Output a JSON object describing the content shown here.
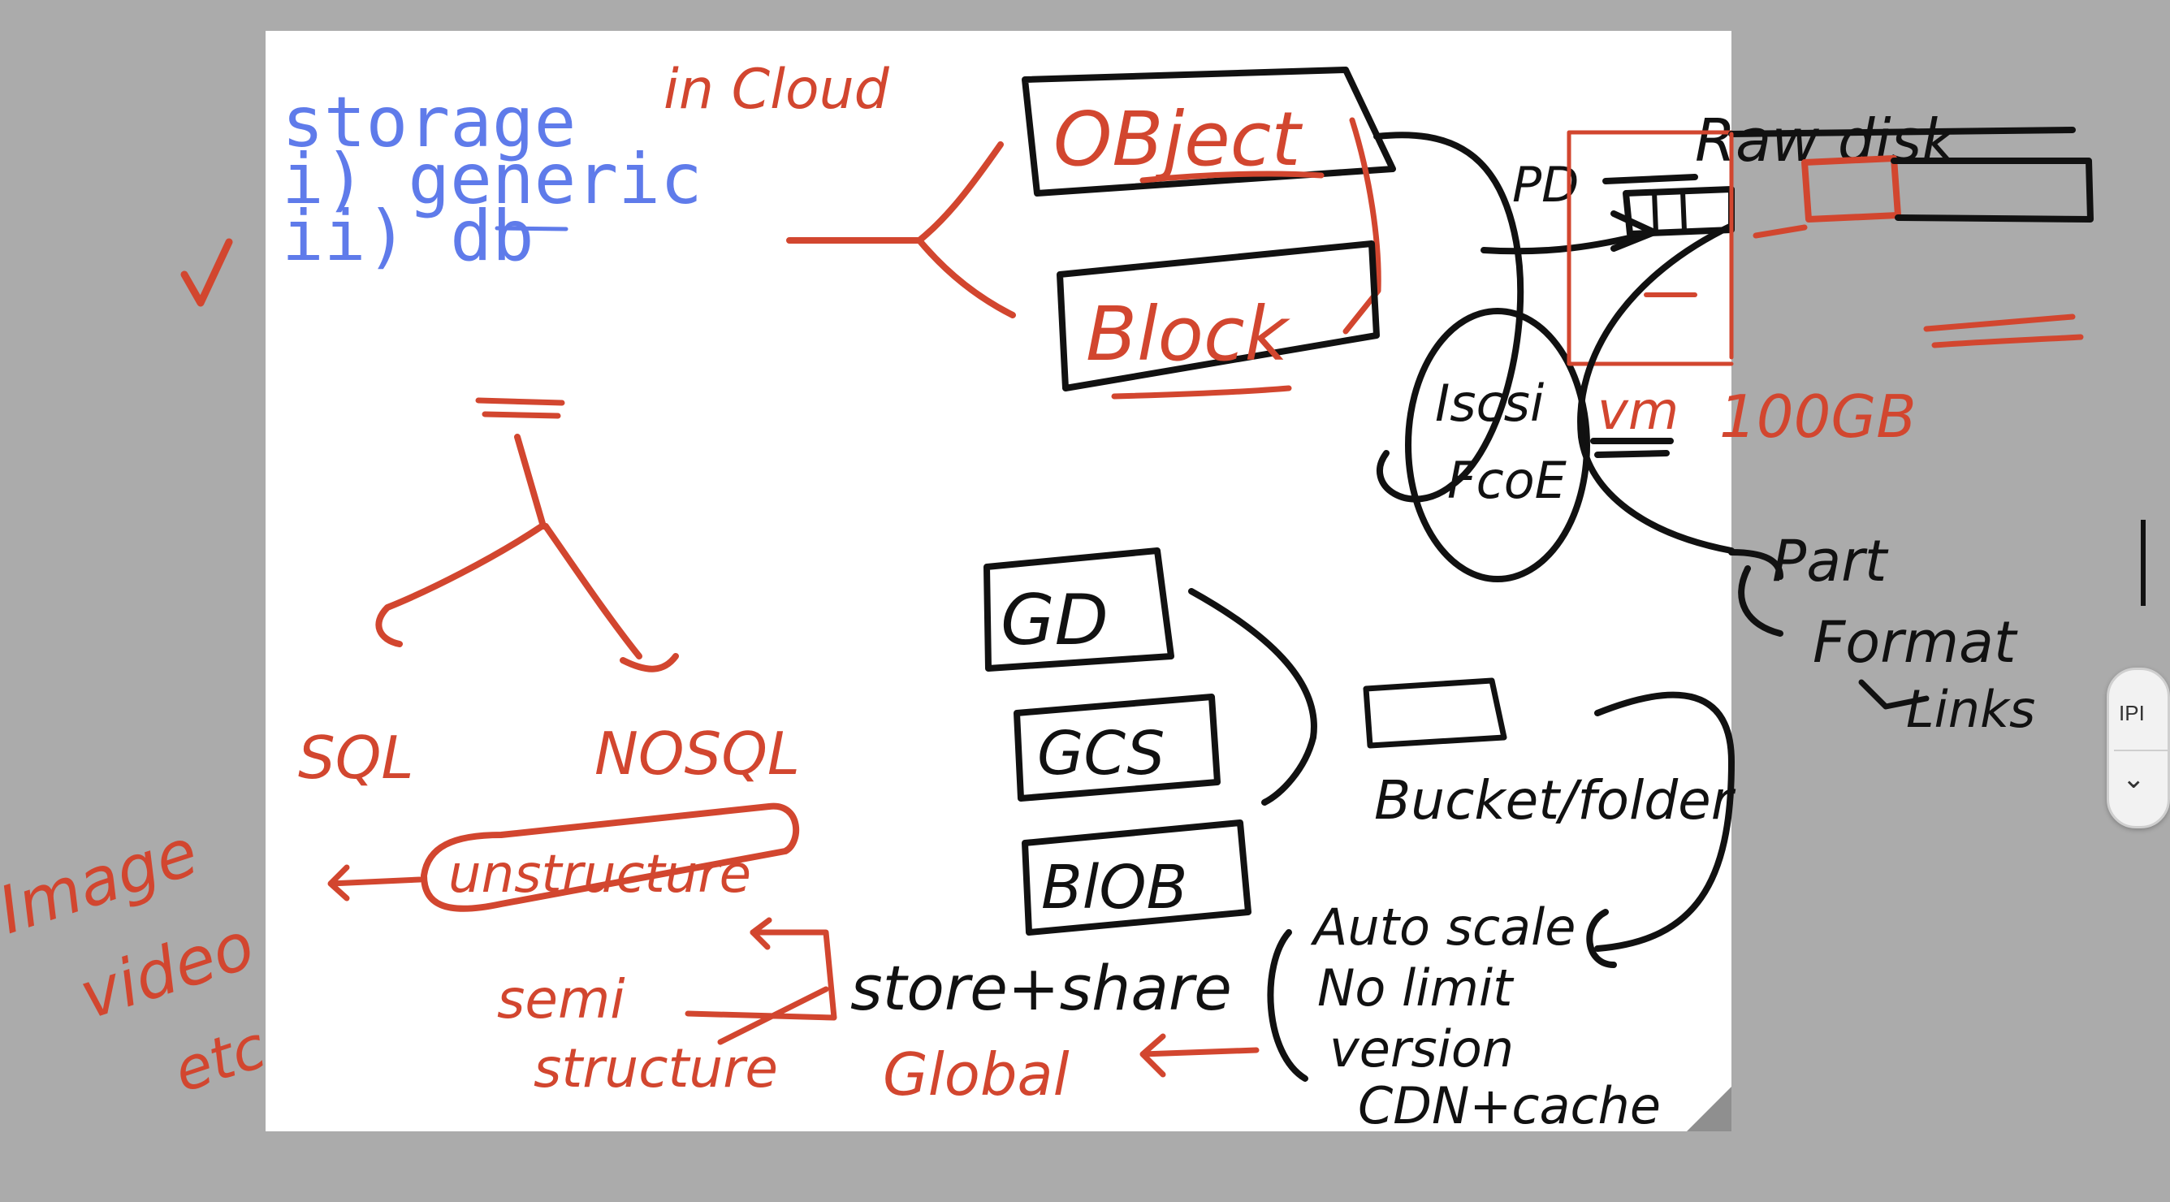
{
  "board": {
    "title_line": "storage",
    "title_handwritten": "in Cloud",
    "items": [
      "i) generic",
      "ii) db"
    ],
    "checkmark": "check-mark"
  },
  "generic_branch": {
    "object": "OBject",
    "block": "Block",
    "pd": "PD",
    "raw_disk": "Raw disk",
    "vm": "vm",
    "size": "100GB",
    "iscsi": "Iscsi",
    "fcoe": "FcoE",
    "steps": [
      "Part",
      "Format",
      "Links"
    ]
  },
  "object_storage": {
    "providers": [
      "GD",
      "GCS",
      "BlOB"
    ],
    "bucket": "Bucket/folder",
    "store_share": "store+share",
    "global": "Global",
    "features": [
      "Auto scale",
      "No limit",
      "version",
      "CDN+cache"
    ]
  },
  "db_branch": {
    "sql": "SQL",
    "nosql": "NOSQL",
    "unstructured": "unstructure",
    "semi": "semi",
    "structured": "structure",
    "media": [
      "Image",
      "video",
      "etc"
    ]
  },
  "widget": {
    "label": "IPI"
  },
  "colors": {
    "typed": "#5f7bea",
    "red_ink": "#d2462f",
    "black_ink": "#111111",
    "backdrop": "#ababab"
  }
}
